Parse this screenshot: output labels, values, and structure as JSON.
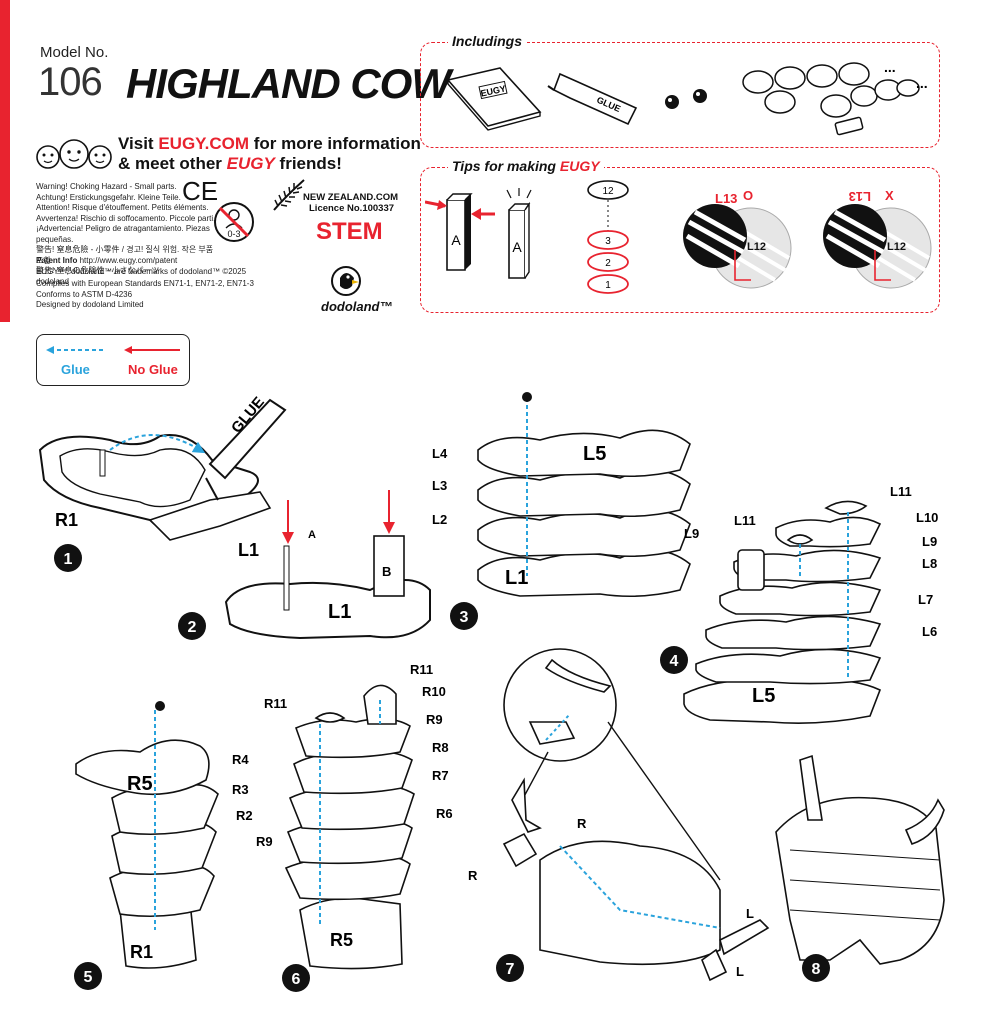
{
  "header": {
    "model_label": "Model No.",
    "model_number": "106",
    "model_name": "HIGHLAND COW",
    "visit_prefix": "Visit ",
    "visit_site": "EUGY.COM",
    "visit_suffix": " for more information",
    "meet_prefix": "& meet other ",
    "brand": "EUGY",
    "meet_suffix": " friends!"
  },
  "warnings": [
    "Warning! Choking Hazard - Small parts.",
    "Achtung! Erstickungsgefahr. Kleine Teile.",
    "Attention! Risque d'étouffement. Petits éléments.",
    "Avvertenza! Rischio di soffocamento. Piccole parti.",
    "¡Advertencia! Peligro de atragantamiento. Piezas pequeñas.",
    "警告! 窒息危險 - 小零件 / 경고! 질식 위험. 작은 부품 포함",
    "警告! 窒息の危険性 - 小さなパーツ"
  ],
  "ce_mark": "CE",
  "age_label": "0-3",
  "patent": {
    "line1_bold": "Patent Info",
    "line1_rest": " http://www.eugy.com/patent",
    "line2": "EUGY™, dodoland™ are trademarks of dodoland™ ©2025 dodoland"
  },
  "compliance": [
    "Complies with European Standards EN71-1, EN71-2, EN71-3",
    "Conforms to ASTM D-4236"
  ],
  "designed_by": "Designed by dodoland Limited",
  "licence": {
    "line1": "NEW ZEALAND.COM",
    "line2": "Licence No.100337"
  },
  "stem_logo": "STEM",
  "dodoland_logo": "dodoland™",
  "includings": {
    "title": "Includings",
    "booklet_label": "EUGY",
    "glue_label": "GLUE",
    "ellipsis": "..."
  },
  "tips": {
    "title_prefix": "Tips for making ",
    "title_brand": "EUGY",
    "card_letter": "A",
    "disc_numbers": [
      "12",
      "3",
      "2",
      "1"
    ],
    "correct_mark": "O",
    "wrong_mark": "X",
    "layer_top": "L13",
    "layer_bottom": "L12"
  },
  "legend": {
    "glue": "Glue",
    "no_glue": "No Glue"
  },
  "steps": [
    {
      "number": "1",
      "labels": [
        "R1",
        "L1",
        "GLUE"
      ]
    },
    {
      "number": "2",
      "labels": [
        "L1",
        "A",
        "B"
      ]
    },
    {
      "number": "3",
      "labels": [
        "L5",
        "L4",
        "L3",
        "L2",
        "L1"
      ]
    },
    {
      "number": "4",
      "labels": [
        "L11",
        "L10",
        "L9",
        "L8",
        "L7",
        "L6",
        "L11",
        "L9",
        "L5"
      ]
    },
    {
      "number": "5",
      "labels": [
        "R5",
        "R4",
        "R3",
        "R2",
        "R1"
      ]
    },
    {
      "number": "6",
      "labels": [
        "R11",
        "R10",
        "R11",
        "R9",
        "R8",
        "R7",
        "R6",
        "R9",
        "R5"
      ]
    },
    {
      "number": "7",
      "labels": [
        "R",
        "R",
        "L",
        "L"
      ]
    },
    {
      "number": "8",
      "labels": []
    }
  ],
  "colors": {
    "accent_red": "#e8232f",
    "glue_blue": "#2aa3dc",
    "ink": "#111111"
  }
}
